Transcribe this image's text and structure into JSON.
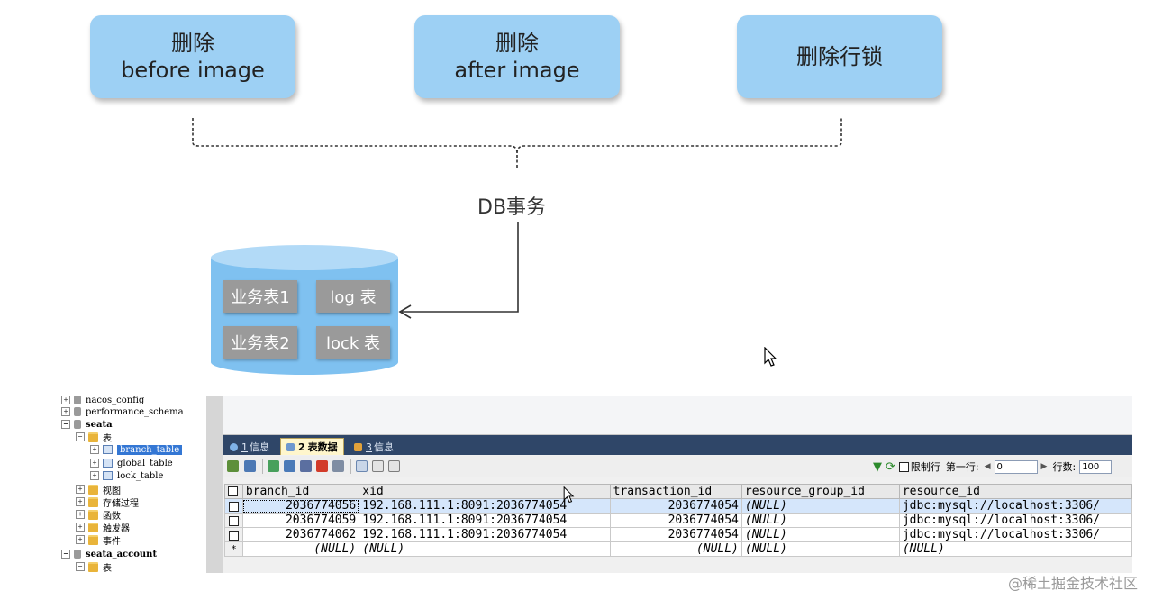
{
  "diagram": {
    "step1": {
      "line1": "删除",
      "line2": "before image"
    },
    "step2": {
      "line1": "删除",
      "line2": "after image"
    },
    "step3": {
      "line1": "删除行锁"
    },
    "transaction_label": "DB事务",
    "db_tables": [
      "业务表1",
      "log 表",
      "业务表2",
      "lock 表"
    ],
    "box_color": "#9dd0f4",
    "chip_color": "#9a9a9a"
  },
  "tree": {
    "items": [
      {
        "label": "nacos_config",
        "type": "db"
      },
      {
        "label": "performance_schema",
        "type": "db"
      },
      {
        "label": "seata",
        "type": "db"
      },
      {
        "label": "表",
        "type": "folder"
      },
      {
        "label": "branch_table",
        "type": "table"
      },
      {
        "label": "global_table",
        "type": "table"
      },
      {
        "label": "lock_table",
        "type": "table"
      },
      {
        "label": "视图",
        "type": "folder"
      },
      {
        "label": "存储过程",
        "type": "folder"
      },
      {
        "label": "函数",
        "type": "folder"
      },
      {
        "label": "触发器",
        "type": "folder"
      },
      {
        "label": "事件",
        "type": "folder"
      },
      {
        "label": "seata_account",
        "type": "db"
      },
      {
        "label": "表",
        "type": "folder"
      }
    ]
  },
  "tabs": [
    {
      "num": "1",
      "label": "信息"
    },
    {
      "num": "2",
      "label": "表数据"
    },
    {
      "num": "3",
      "label": "信息"
    }
  ],
  "toolbar": {
    "limit_label": "限制行",
    "first_row_label": "第一行:",
    "first_row_value": "0",
    "rows_label": "行数:",
    "rows_value": "100"
  },
  "grid": {
    "columns": [
      "branch_id",
      "xid",
      "transaction_id",
      "resource_group_id",
      "resource_id"
    ],
    "rows": [
      [
        "2036774056",
        "192.168.111.1:8091:2036774054",
        "2036774054",
        "(NULL)",
        "jdbc:mysql://localhost:3306/"
      ],
      [
        "2036774059",
        "192.168.111.1:8091:2036774054",
        "2036774054",
        "(NULL)",
        "jdbc:mysql://localhost:3306/"
      ],
      [
        "2036774062",
        "192.168.111.1:8091:2036774054",
        "2036774054",
        "(NULL)",
        "jdbc:mysql://localhost:3306/"
      ]
    ],
    "new_row": [
      "(NULL)",
      "(NULL)",
      "(NULL)",
      "(NULL)",
      "(NULL)"
    ],
    "new_row_marker": "*",
    "highlight_color": "#d5e6fb",
    "tab_bar_color": "#2f4668"
  },
  "watermark": "@稀土掘金技术社区"
}
